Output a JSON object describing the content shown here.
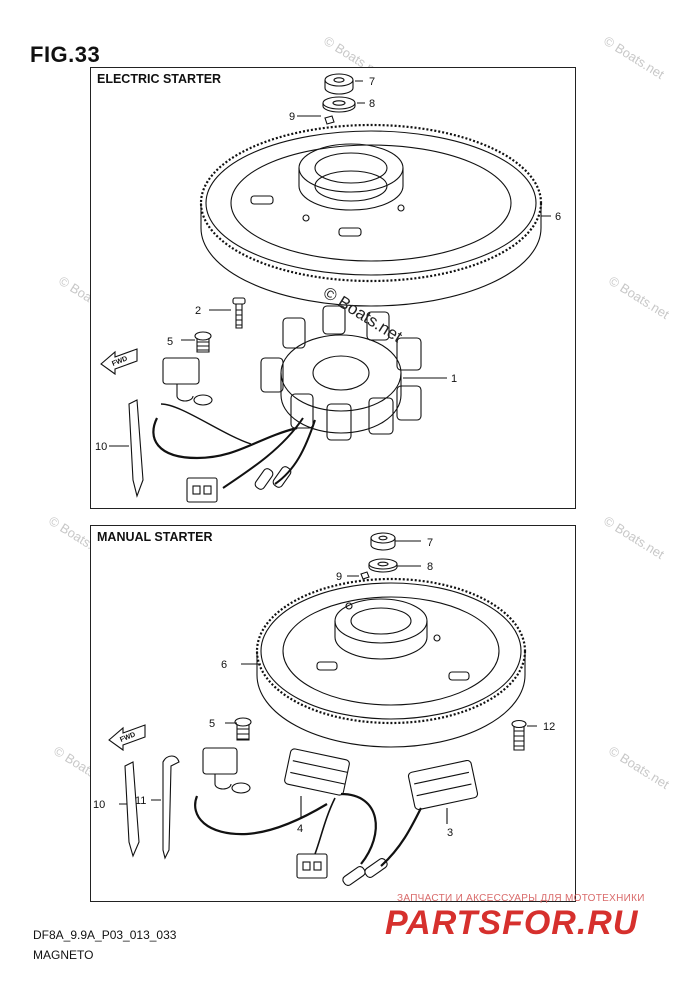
{
  "figure": {
    "title": "FIG.33"
  },
  "panels": [
    {
      "title": "ELECTRIC STARTER",
      "callouts": [
        "1",
        "2",
        "5",
        "6",
        "7",
        "8",
        "9",
        "10"
      ]
    },
    {
      "title": "MANUAL STARTER",
      "callouts": [
        "3",
        "4",
        "5",
        "6",
        "7",
        "8",
        "9",
        "10",
        "11",
        "12"
      ]
    }
  ],
  "arrows": {
    "forward": "FWD"
  },
  "watermark": {
    "text": "© Boats.net"
  },
  "footer": {
    "code": "DF8A_9.9A_P03_013_033",
    "caption": "MAGNETO"
  },
  "brand": {
    "tagline": "ЗАПЧАСТИ И АКСЕССУАРЫ ДЛЯ МОТОТЕХНИКИ",
    "logo": "PARTSFOR.RU"
  },
  "colors": {
    "line": "#111111",
    "watermark": "#c8c8c8",
    "brand": "#d6302d"
  }
}
